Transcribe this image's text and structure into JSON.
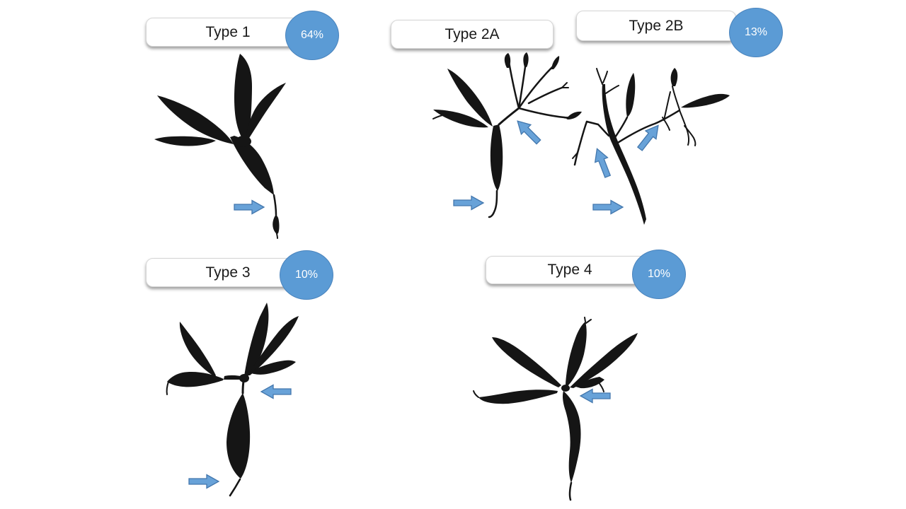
{
  "colors": {
    "background": "#ffffff",
    "ink": "#151515",
    "label_text": "#1a1a1a",
    "box_fill": "#ffffff",
    "box_border": "#d6d6d6",
    "badge_fill": "#5b9bd5",
    "badge_border": "#4a84bd",
    "badge_text": "#ffffff",
    "arrow_fill": "#68a2d8",
    "arrow_border": "#4377ad"
  },
  "icons": {
    "pointer_arrow": "block-arrow",
    "drawing_style": "hand-drawn-branching-thallus"
  },
  "panels": [
    {
      "label": "Type 1",
      "percent": "64%"
    },
    {
      "label": "Type 2A",
      "percent": ""
    },
    {
      "label": "Type 2B",
      "percent": "13%"
    },
    {
      "label": "Type 3",
      "percent": "10%"
    },
    {
      "label": "Type 4",
      "percent": "10%"
    }
  ]
}
